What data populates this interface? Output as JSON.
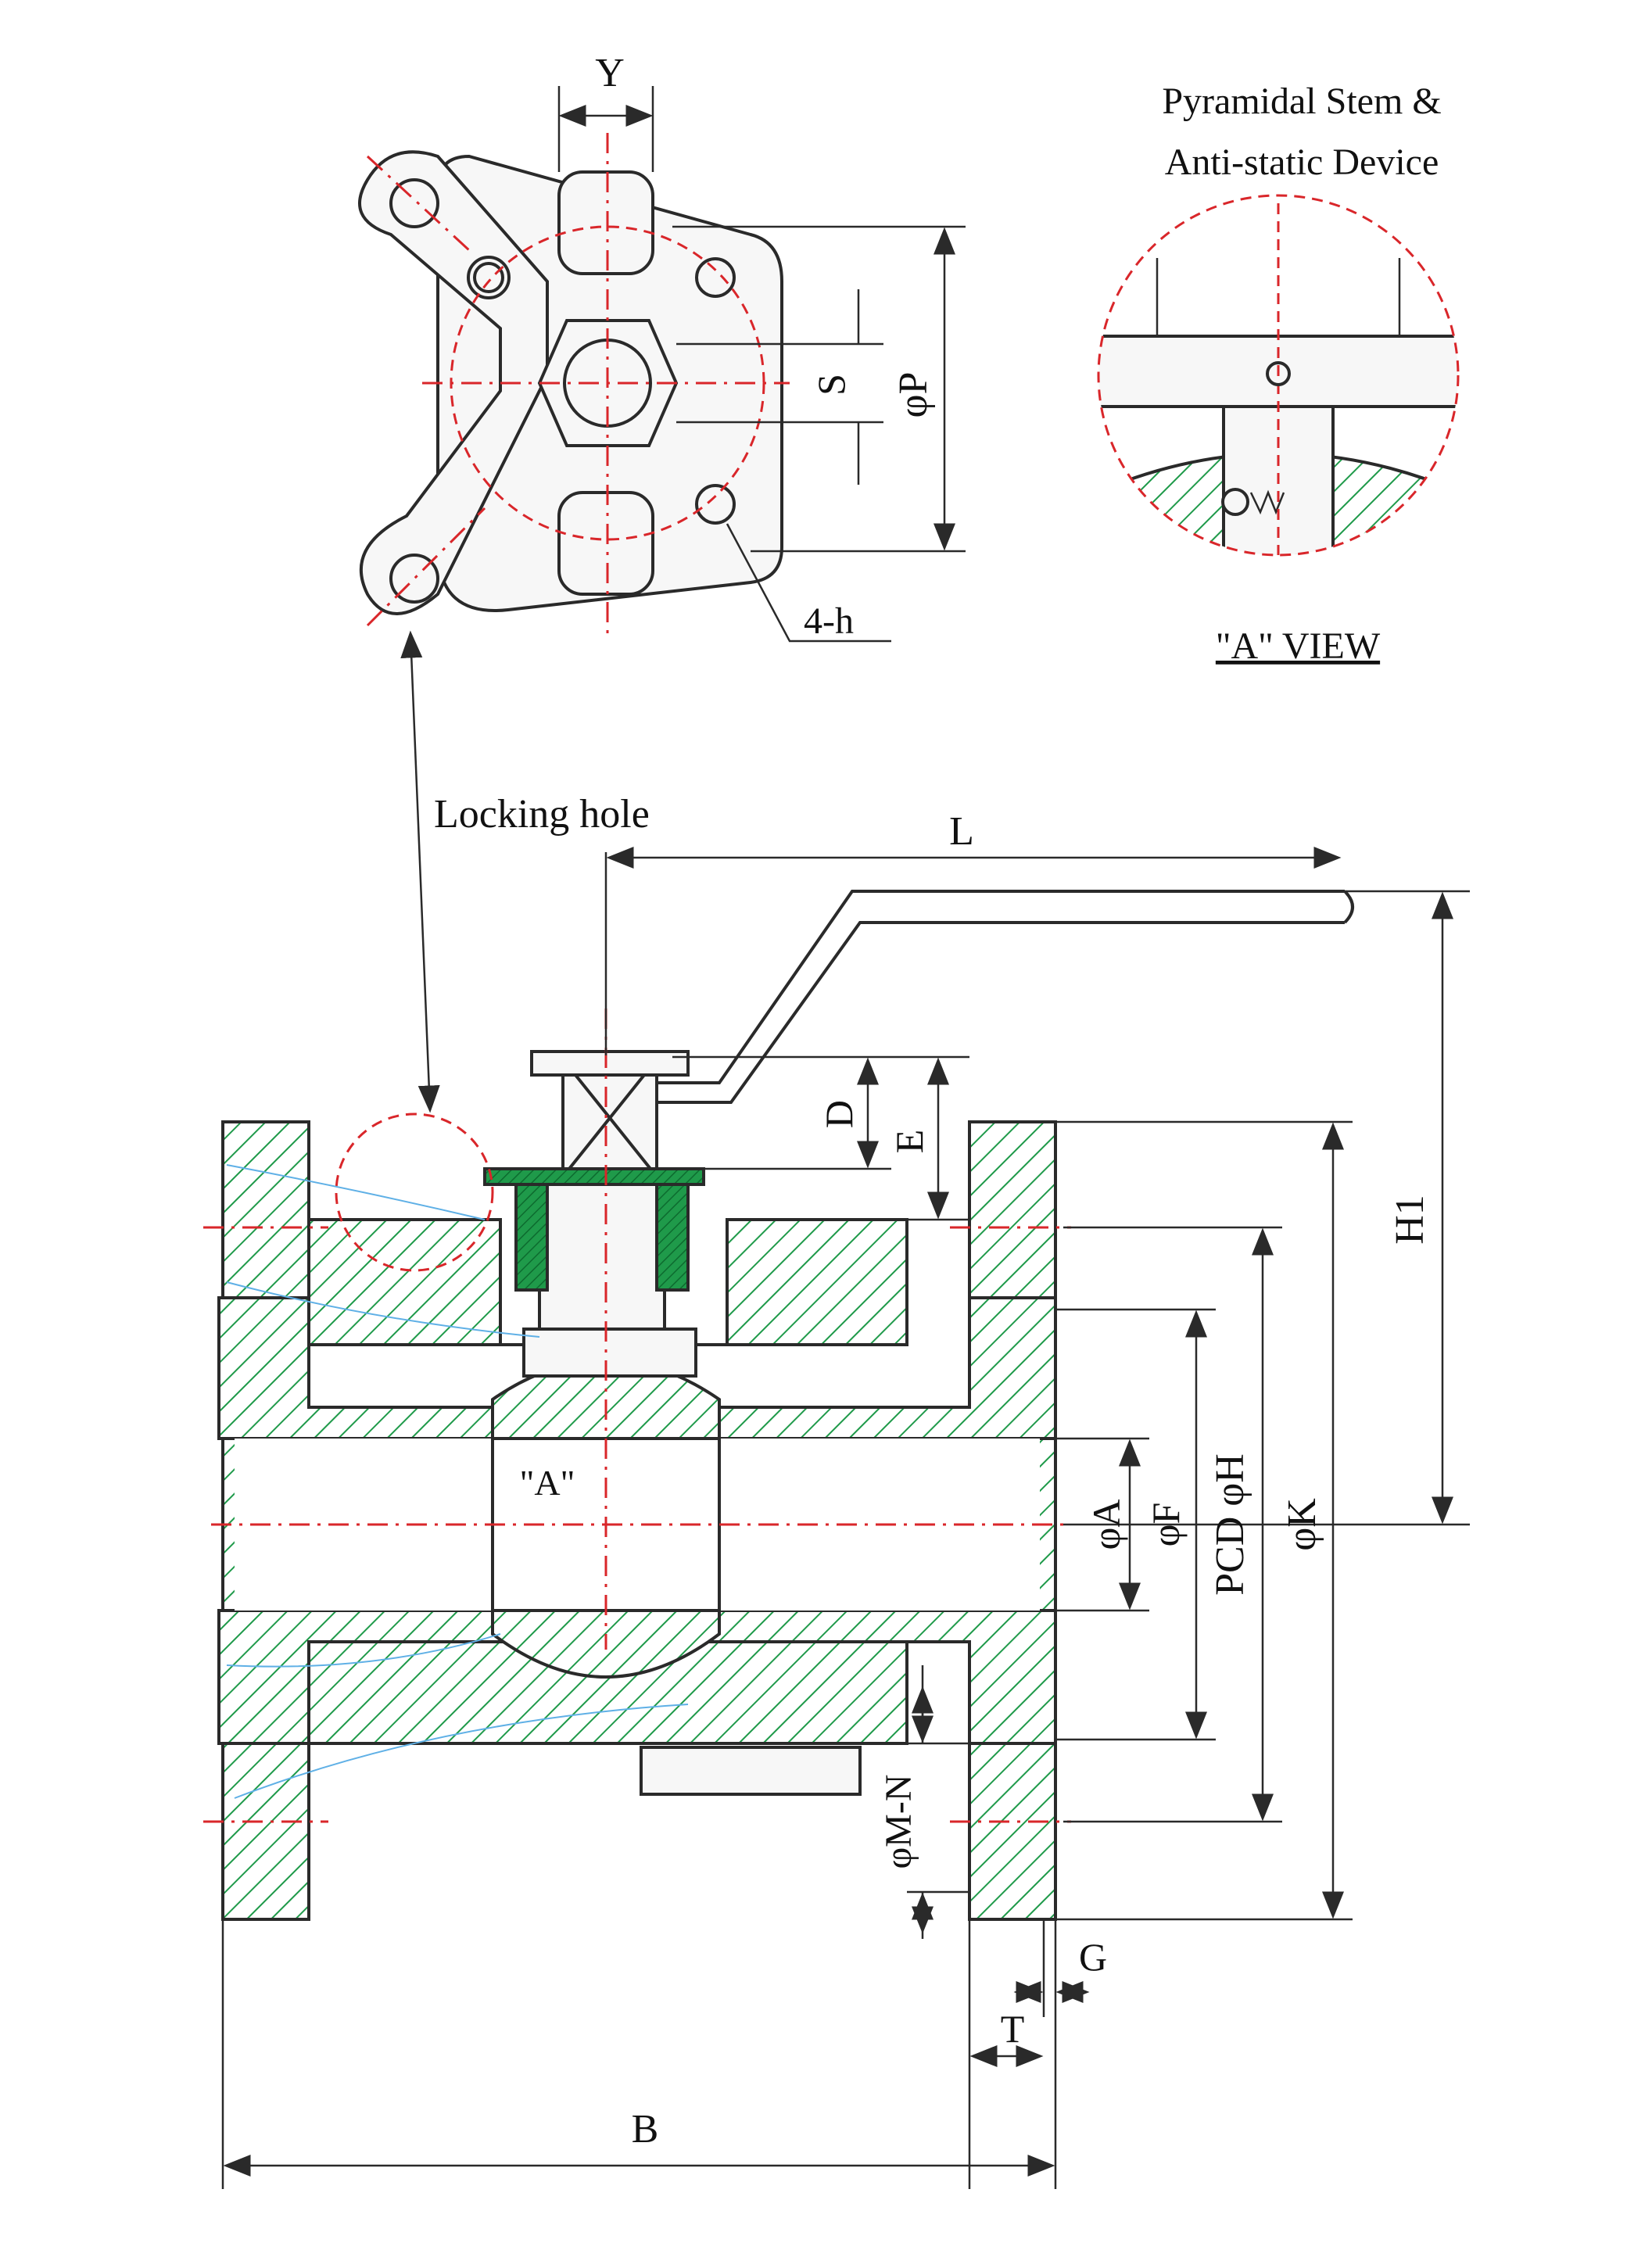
{
  "labels": {
    "y": "Y",
    "s": "S",
    "p": "φP",
    "four_h": "4-h",
    "inset_title_1": "Pyramidal Stem &",
    "inset_title_2": "Anti-static Device",
    "a_view": "\"A\" VIEW",
    "locking_hole": "Locking hole",
    "l": "L",
    "d": "D",
    "e": "E",
    "h1": "H1",
    "a_mark": "\"A\"",
    "phi_a": "φA",
    "phi_f": "φF",
    "pcd_h": "PCD φH",
    "phi_k": "φK",
    "m_n": "φM-N",
    "g": "G",
    "t": "T",
    "b": "B"
  },
  "colors": {
    "hatch_green": "#1f9a4a",
    "center_red": "#d9262a",
    "ink": "#2a2a2a",
    "trace_blue": "#5fb0e6"
  }
}
